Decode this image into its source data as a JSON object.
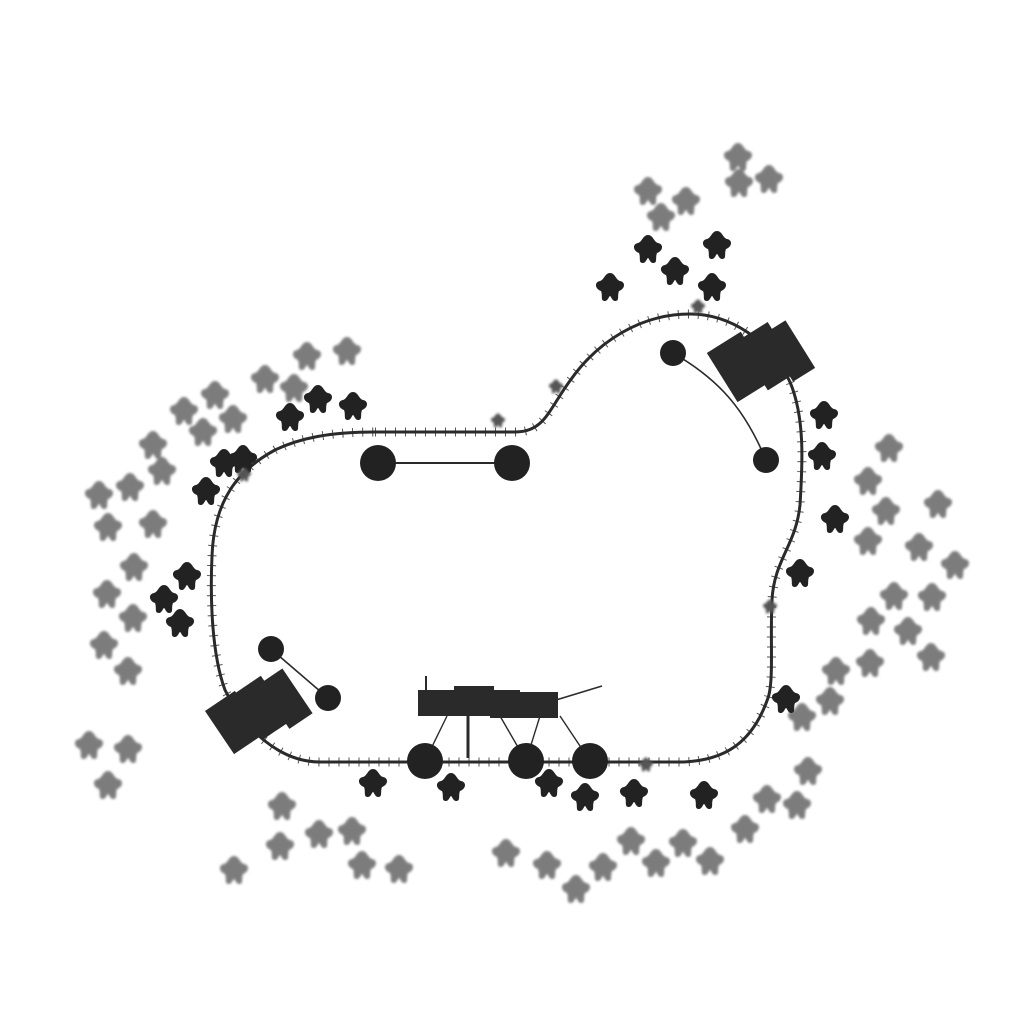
{
  "map": {
    "style": "monochrome site plan",
    "colors": {
      "background": "#ffffff",
      "ink": "#222222",
      "faded_vegetation": "#6e6e6e",
      "track": "#2a2a2a"
    },
    "features": [
      "loop-track",
      "station-buildings",
      "circular-pads",
      "shrubs"
    ]
  }
}
